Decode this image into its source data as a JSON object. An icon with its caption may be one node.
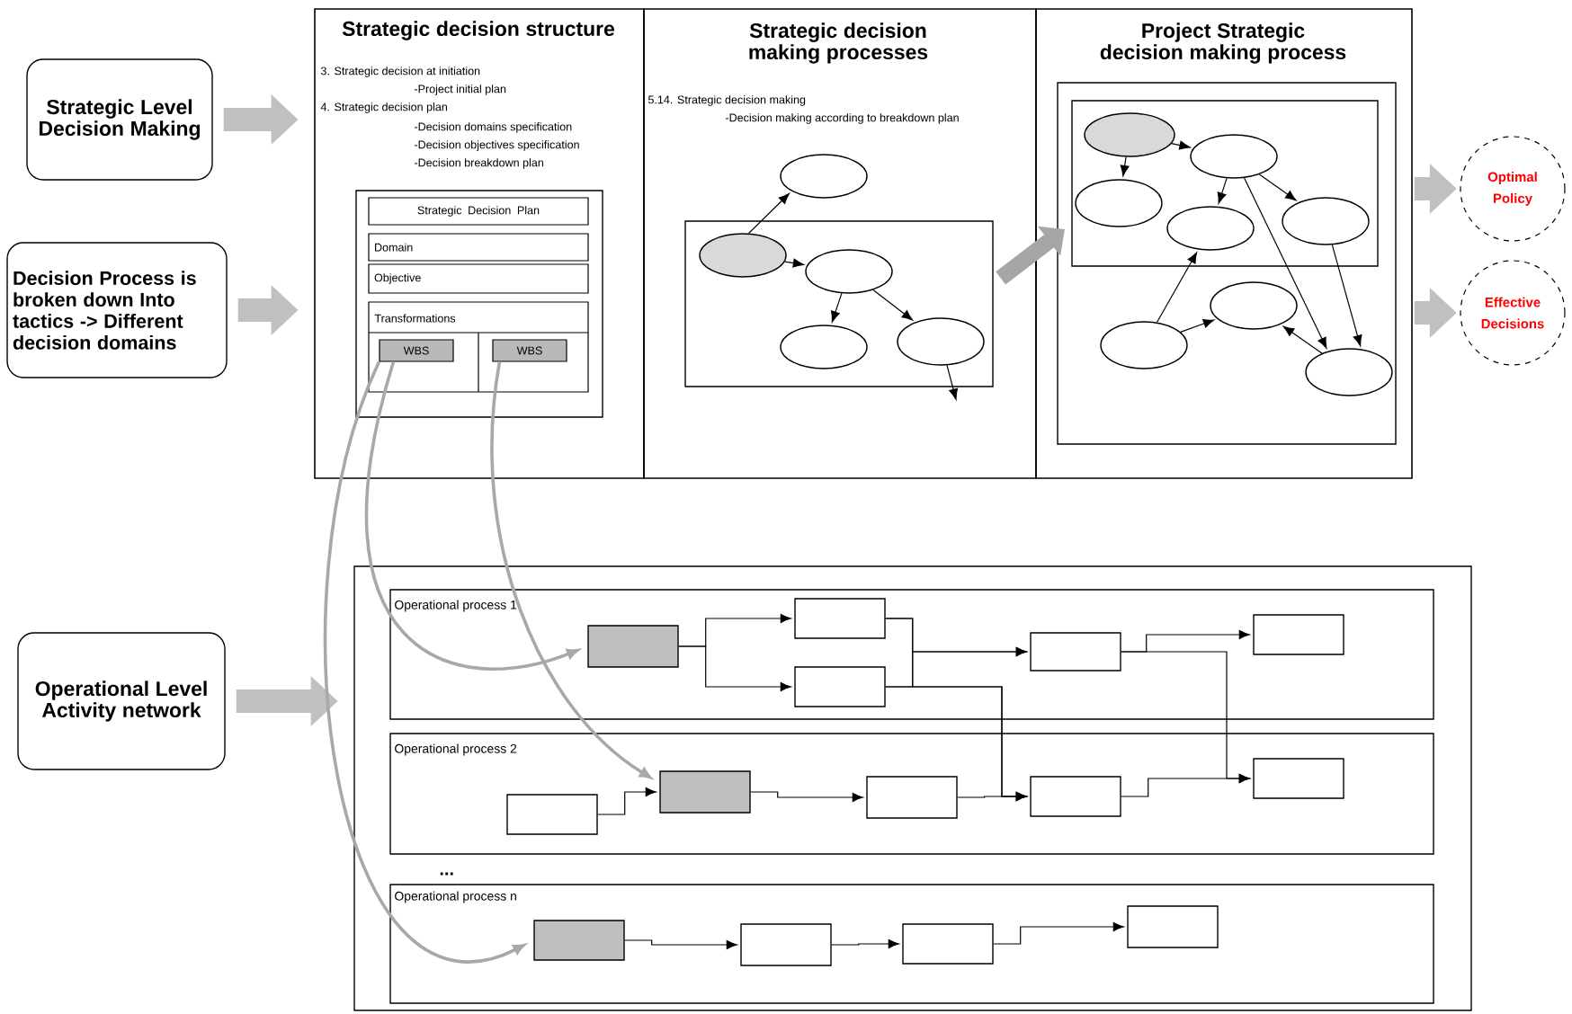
{
  "diagram": {
    "nodes": [
      {
        "text": [
          "Strategic Level Decision Making"
        ]
      },
      {
        "text": [
          "Decision Process is broken down Into tactics -> Different decision domains"
        ]
      },
      {
        "text": [
          "Operational Level Activity network"
        ]
      },
      {
        "text": [
          "Strategic decision structure",
          "3. Strategic decision at initiation",
          "-Project initial plan",
          "4. Strategic decision plan",
          "-Decision domains specification",
          "-Decision objectives specification",
          "-Decision breakdown plan"
        ]
      },
      {
        "text": [
          "Strategic decision making processes",
          "5.14. Strategic decision making",
          "-Decision making according to breakdown plan"
        ]
      },
      {
        "text": [
          "Project Strategic decision making process"
        ]
      },
      {
        "text": [],
        "shape": "box",
        "in": 3
      },
      {
        "text": [
          "Strategic Decision Plan"
        ],
        "in": 6
      },
      {
        "text": [
          "Domain"
        ],
        "in": 6
      },
      {
        "text": [
          "Objective"
        ],
        "in": 6
      },
      {
        "text": [
          "Transformations"
        ],
        "in": 6
      },
      {
        "text": [
          "WBS"
        ],
        "in": 10
      },
      {
        "text": [
          "WBS"
        ],
        "in": 10
      },
      {
        "text": [],
        "shape": "box",
        "in": 4
      },
      {
        "text": [],
        "shape": "ellipse",
        "in": 4
      },
      {
        "text": [],
        "shape": "ellipse",
        "in": 13
      },
      {
        "text": [],
        "shape": "ellipse",
        "in": 13
      },
      {
        "text": [],
        "shape": "ellipse",
        "in": 13
      },
      {
        "text": [],
        "shape": "ellipse",
        "in": 13
      },
      {
        "text": [],
        "shape": "box",
        "in": 5
      },
      {
        "text": [],
        "shape": "box",
        "in": 19
      },
      {
        "text": [],
        "shape": "ellipse",
        "in": 20
      },
      {
        "text": [],
        "shape": "ellipse",
        "in": 20
      },
      {
        "text": [],
        "shape": "ellipse",
        "in": 20
      },
      {
        "text": [],
        "shape": "ellipse",
        "in": 20
      },
      {
        "text": [],
        "shape": "ellipse",
        "in": 20
      },
      {
        "text": [],
        "shape": "ellipse",
        "in": 19
      },
      {
        "text": [],
        "shape": "ellipse",
        "in": 19
      },
      {
        "text": [],
        "shape": "ellipse",
        "in": 19
      },
      {
        "text": [
          "Optimal Policy"
        ]
      },
      {
        "text": [
          "Effective Decisions"
        ]
      },
      {
        "text": [],
        "shape": "box"
      },
      {
        "text": [
          "Operational process 1"
        ],
        "in": 31
      },
      {
        "text": [
          "Operational process 2"
        ],
        "in": 31
      },
      {
        "text": [
          "Operational process n"
        ],
        "in": 31
      },
      {
        "text": [],
        "shape": "box",
        "in": 32
      },
      {
        "text": [],
        "shape": "box",
        "in": 32
      },
      {
        "text": [],
        "shape": "box",
        "in": 32
      },
      {
        "text": [],
        "shape": "box",
        "in": 32
      },
      {
        "text": [],
        "shape": "box",
        "in": 32
      },
      {
        "text": [],
        "shape": "box",
        "in": 33
      },
      {
        "text": [],
        "shape": "box",
        "in": 33
      },
      {
        "text": [],
        "shape": "box",
        "in": 33
      },
      {
        "text": [],
        "shape": "box",
        "in": 33
      },
      {
        "text": [],
        "shape": "box",
        "in": 33
      },
      {
        "text": [],
        "shape": "box",
        "in": 34
      },
      {
        "text": [],
        "shape": "box",
        "in": 34
      },
      {
        "text": [],
        "shape": "box",
        "in": 34
      },
      {
        "text": [],
        "shape": "box",
        "in": 34
      }
    ],
    "edges": [
      {
        "from": 0,
        "to": 3,
        "arrow": "to",
        "style": "thick",
        "color": "#c0c0c0"
      },
      {
        "from": 1,
        "to": 3,
        "arrow": "to",
        "style": "thick",
        "color": "#c0c0c0"
      },
      {
        "from": 2,
        "to": 31,
        "arrow": "to",
        "style": "thick",
        "color": "#c0c0c0"
      },
      {
        "from": 5,
        "to": 29,
        "arrow": "to",
        "style": "thick",
        "color": "#c0c0c0"
      },
      {
        "from": 5,
        "to": 30,
        "arrow": "to",
        "style": "thick",
        "color": "#c0c0c0"
      },
      {
        "from": 13,
        "to": 20,
        "arrow": "to",
        "style": "thick",
        "color": "#a6a6a6"
      },
      {
        "from": 15,
        "to": 14,
        "arrow": "to"
      },
      {
        "from": 15,
        "to": 16,
        "arrow": "to"
      },
      {
        "from": 16,
        "to": 17,
        "arrow": "to"
      },
      {
        "from": 16,
        "to": 18,
        "arrow": "to"
      },
      {
        "from": 18,
        "to": null,
        "arrow": "to"
      },
      {
        "from": 21,
        "to": 23,
        "arrow": "to"
      },
      {
        "from": 21,
        "to": 22,
        "arrow": "to"
      },
      {
        "from": 22,
        "to": 24,
        "arrow": "to"
      },
      {
        "from": 22,
        "to": 25,
        "arrow": "to"
      },
      {
        "from": 22,
        "to": 28,
        "arrow": "to"
      },
      {
        "from": 25,
        "to": 28,
        "arrow": "to"
      },
      {
        "from": 26,
        "to": 24,
        "arrow": "to"
      },
      {
        "from": 26,
        "to": 27,
        "arrow": "to"
      },
      {
        "from": 28,
        "to": 27,
        "arrow": "to"
      },
      {
        "from": 11,
        "to": 45,
        "arrow": "to",
        "color": "#a8a8a8"
      },
      {
        "from": 11,
        "to": 35,
        "arrow": "to",
        "color": "#a8a8a8"
      },
      {
        "from": 12,
        "to": 41,
        "arrow": "to",
        "color": "#a8a8a8"
      },
      {
        "from": 35,
        "to": 36,
        "arrow": "to"
      },
      {
        "from": 35,
        "to": 37,
        "arrow": "to"
      },
      {
        "from": 36,
        "to": 38,
        "arrow": "to"
      },
      {
        "from": 37,
        "to": 38,
        "arrow": "to"
      },
      {
        "from": 36,
        "to": 43,
        "arrow": "to"
      },
      {
        "from": 37,
        "to": 43,
        "arrow": "to"
      },
      {
        "from": 38,
        "to": 39,
        "arrow": "to"
      },
      {
        "from": 38,
        "to": 44,
        "arrow": "to"
      },
      {
        "from": 40,
        "to": 41,
        "arrow": "to"
      },
      {
        "from": 41,
        "to": 42,
        "arrow": "to"
      },
      {
        "from": 42,
        "to": 43,
        "arrow": "to"
      },
      {
        "from": 43,
        "to": 44,
        "arrow": "to"
      },
      {
        "from": 45,
        "to": 46,
        "arrow": "to"
      },
      {
        "from": 46,
        "to": 47,
        "arrow": "to"
      },
      {
        "from": 47,
        "to": 48,
        "arrow": "to"
      }
    ],
    "labels": [
      "..."
    ]
  }
}
